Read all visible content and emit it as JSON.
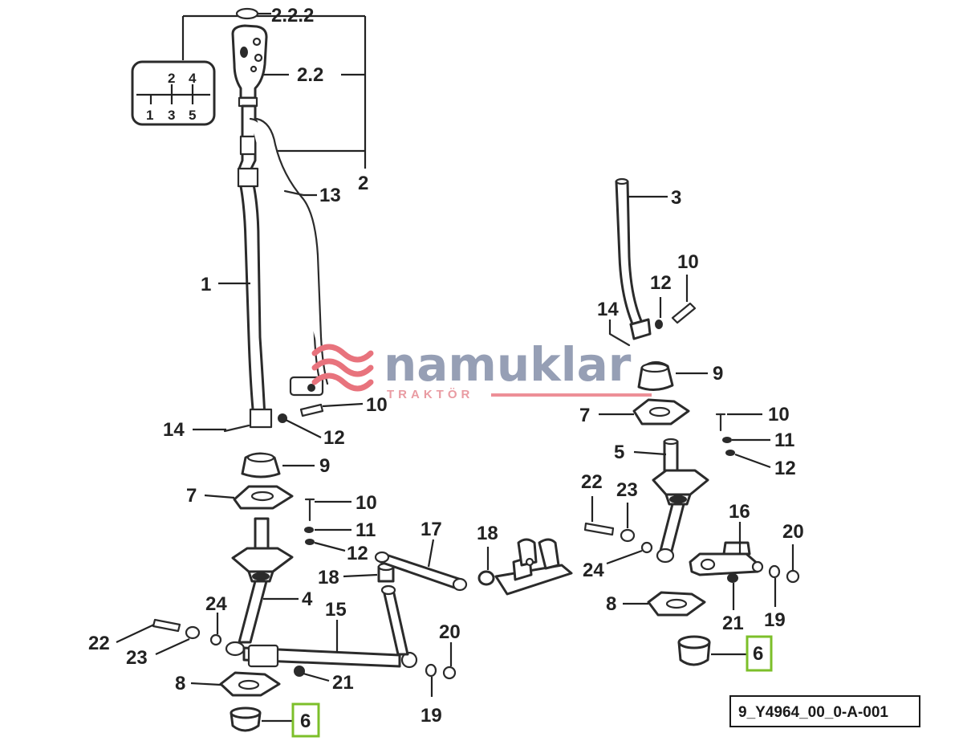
{
  "shift_pattern": {
    "top_row": [
      "2",
      "4"
    ],
    "bottom_row": [
      "1",
      "3",
      "5"
    ]
  },
  "callouts": {
    "c222": "2.2.2",
    "c22": "2.2",
    "c2": "2",
    "c13": "13",
    "c1": "1",
    "c10a": "10",
    "c14a": "14",
    "c12a": "12",
    "c9a": "9",
    "c7a": "7",
    "c10b": "10",
    "c11a": "11",
    "c12b": "12",
    "c4": "4",
    "c24a": "24",
    "c22a": "22",
    "c23a": "23",
    "c15": "15",
    "c18a": "18",
    "c17": "17",
    "c18b": "18",
    "c20a": "20",
    "c21a": "21",
    "c8a": "8",
    "c6a": "6",
    "c19a": "19",
    "c3": "3",
    "c12c": "12",
    "c10c": "10",
    "c14b": "14",
    "c9b": "9",
    "c7b": "7",
    "c10d": "10",
    "c11b": "11",
    "c12d": "12",
    "c5": "5",
    "c22b": "22",
    "c23b": "23",
    "c24b": "24",
    "c16": "16",
    "c20b": "20",
    "c21b": "21",
    "c19b": "19",
    "c8b": "8",
    "c6b": "6"
  },
  "watermark": {
    "brand": "namuklar",
    "sub": "TRAKTÖR",
    "icon": "wave-logo-icon",
    "icon_color": "#e8737d",
    "text_color": "#7f8ba6"
  },
  "reference_code": "9_Y4964_00_0-A-001",
  "highlight_color": "#7cbf2a"
}
